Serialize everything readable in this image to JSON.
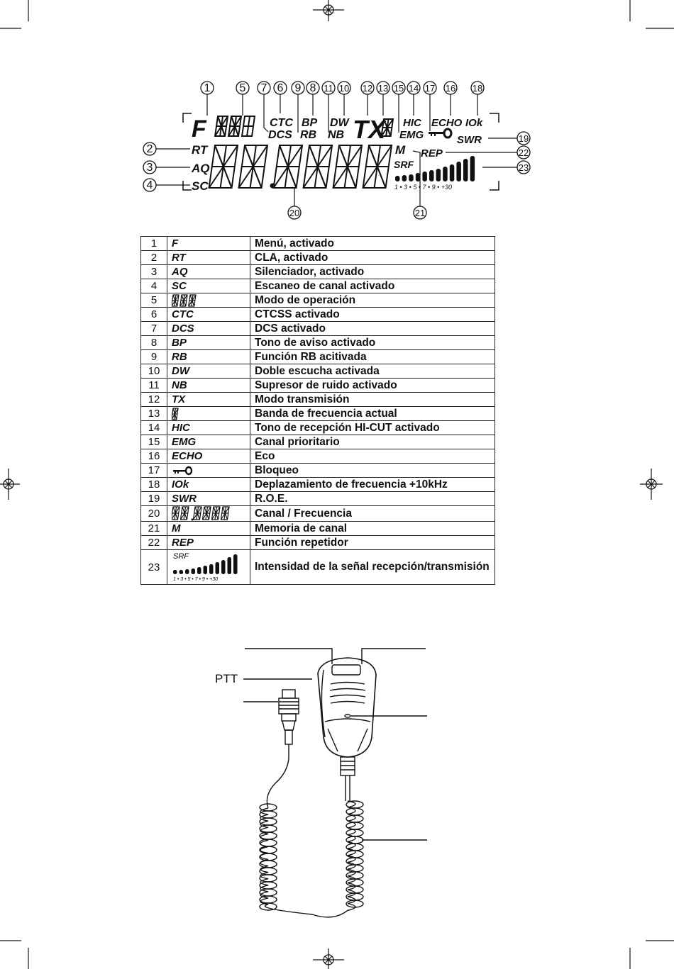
{
  "lcd": {
    "callouts": [
      "1",
      "5",
      "7",
      "6",
      "9",
      "8",
      "11",
      "10",
      "12",
      "13",
      "15",
      "14",
      "17",
      "16",
      "18",
      "19",
      "22",
      "23",
      "2",
      "3",
      "4",
      "20",
      "21"
    ],
    "labels": {
      "f": "F",
      "rt": "RT",
      "aq": "AQ",
      "sc": "SC",
      "ctc": "CTC",
      "dcs": "DCS",
      "bp": "BP",
      "rb": "RB",
      "dw": "DW",
      "nb": "NB",
      "tx": "TX",
      "hic": "HIC",
      "emg": "EMG",
      "echo": "ECHO",
      "iok": "IOk",
      "swr": "SWR",
      "m": "M",
      "rep": "REP",
      "srf": "SRF",
      "scale": "1 • 3 • 5 • 7 • 9 • +30"
    }
  },
  "table": {
    "rows": [
      {
        "num": "1",
        "symbol": "F",
        "desc": "Menú, activado"
      },
      {
        "num": "2",
        "symbol": "RT",
        "desc": "CLA, activado"
      },
      {
        "num": "3",
        "symbol": "AQ",
        "desc": "Silenciador, activado"
      },
      {
        "num": "4",
        "symbol": "SC",
        "desc": "Escaneo de canal activado"
      },
      {
        "num": "5",
        "symbol": "",
        "desc": "Modo de operación"
      },
      {
        "num": "6",
        "symbol": "CTC",
        "desc": "CTCSS activado"
      },
      {
        "num": "7",
        "symbol": "DCS",
        "desc": "DCS activado"
      },
      {
        "num": "8",
        "symbol": "BP",
        "desc": "Tono de aviso activado"
      },
      {
        "num": "9",
        "symbol": "RB",
        "desc": "Función RB acitivada"
      },
      {
        "num": "10",
        "symbol": "DW",
        "desc": "Doble escucha activada"
      },
      {
        "num": "11",
        "symbol": "NB",
        "desc": "Supresor de ruido activado"
      },
      {
        "num": "12",
        "symbol": "TX",
        "desc": "Modo transmisión"
      },
      {
        "num": "13",
        "symbol": "",
        "desc": "Banda de frecuencia actual"
      },
      {
        "num": "14",
        "symbol": "HIC",
        "desc": "Tono de recepción HI-CUT activado"
      },
      {
        "num": "15",
        "symbol": "EMG",
        "desc": "Canal prioritario"
      },
      {
        "num": "16",
        "symbol": "ECHO",
        "desc": "Eco"
      },
      {
        "num": "17",
        "symbol": "",
        "desc": "Bloqueo"
      },
      {
        "num": "18",
        "symbol": "IOk",
        "desc": "Deplazamiento de frecuencia +10kHz"
      },
      {
        "num": "19",
        "symbol": "SWR",
        "desc": "R.O.E."
      },
      {
        "num": "20",
        "symbol": "",
        "desc": "Canal / Frecuencia"
      },
      {
        "num": "21",
        "symbol": "M",
        "desc": "Memoria de canal"
      },
      {
        "num": "22",
        "symbol": "REP",
        "desc": "Función repetidor"
      },
      {
        "num": "23",
        "symbol": "",
        "desc": "Intensidad de la señal recepción/transmisión"
      }
    ],
    "srf_label": "SRF",
    "srf_scale": "1 • 3 • 5 • 7 • 9 • +30"
  },
  "microphone": {
    "ptt_label": "PTT"
  }
}
